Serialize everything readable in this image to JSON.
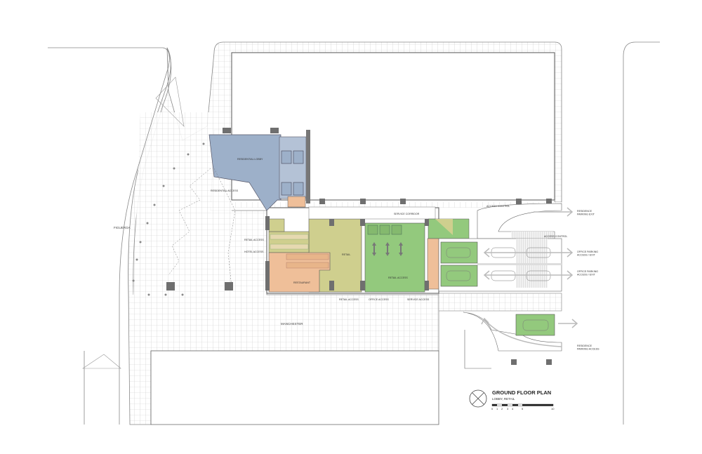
{
  "plan": {
    "title": "GROUND FLOOR PLAN",
    "subtitle": "LOBBY, RETAIL",
    "scale_ticks": [
      "0",
      "1",
      "2",
      "3",
      "4",
      "5",
      "10"
    ],
    "north_icon": "north-arrow-circle-icon"
  },
  "streets": {
    "west": "FIGUEROA",
    "south": "MANCHESTER"
  },
  "rooms": {
    "residential_lobby": "RESIDENTIAL LOBBY",
    "residential_access": "RESIDENTIAL ACCESS",
    "retail_access_west": "RETAIL ACCESS",
    "hotel_access": "HOTEL ACCESS",
    "retail": "RETAIL",
    "restaurant": "RESTAURANT",
    "retail_access_green": "RETAIL ACCESS",
    "service_corridor": "SERVICE CORRIDOR",
    "access_control_1": "ACCESS CONTROL",
    "access_control_2": "ACCESS CONTROL"
  },
  "entrances": {
    "retail_access": "RETAIL ACCESS",
    "office_access": "OFFICE ACCESS",
    "service_access": "SERVICE ACCESS"
  },
  "parking": {
    "residence_exit": [
      "RESIDENCE",
      "PARKING EXIT"
    ],
    "office_lane_1": [
      "OFFICE PARKING",
      "ACCESS / EXIT"
    ],
    "office_lane_2": [
      "OFFICE PARKING",
      "ACCESS / EXIT"
    ],
    "residence_access": [
      "RESIDENCE",
      "PARKING ACCESS"
    ]
  },
  "colors": {
    "lobby": "#9db0c9",
    "retail": "#cfcf8e",
    "restaurant": "#efbf99",
    "retail_access": "#93c97d",
    "column": "#6f6f6f"
  }
}
